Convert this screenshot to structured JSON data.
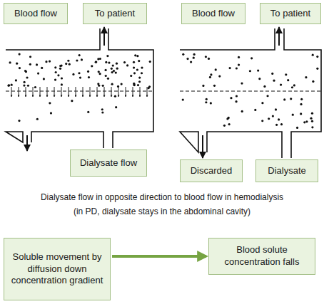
{
  "diagram": {
    "nodes": [
      {
        "text": [
          "Blood flow"
        ]
      },
      {
        "text": [
          "To patient"
        ]
      },
      {
        "text": [
          "Blood flow"
        ]
      },
      {
        "text": [
          "To patient"
        ]
      },
      {
        "text": [
          "Dialysate flow"
        ]
      },
      {
        "text": [
          "Discarded"
        ]
      },
      {
        "text": [
          "Dialysate"
        ]
      },
      {
        "text": [
          "Soluble movement by diffusion down concentration gradient"
        ]
      },
      {
        "text": [
          "Blood solute concentration falls"
        ]
      }
    ],
    "edges": [
      {
        "from": 7,
        "to": 8,
        "arrow": "to"
      }
    ],
    "labels": [
      "Dialysate flow in opposite direction to blood flow in hemodialysis",
      "(in PD, dialysate stays in the abdominal cavity)"
    ]
  }
}
